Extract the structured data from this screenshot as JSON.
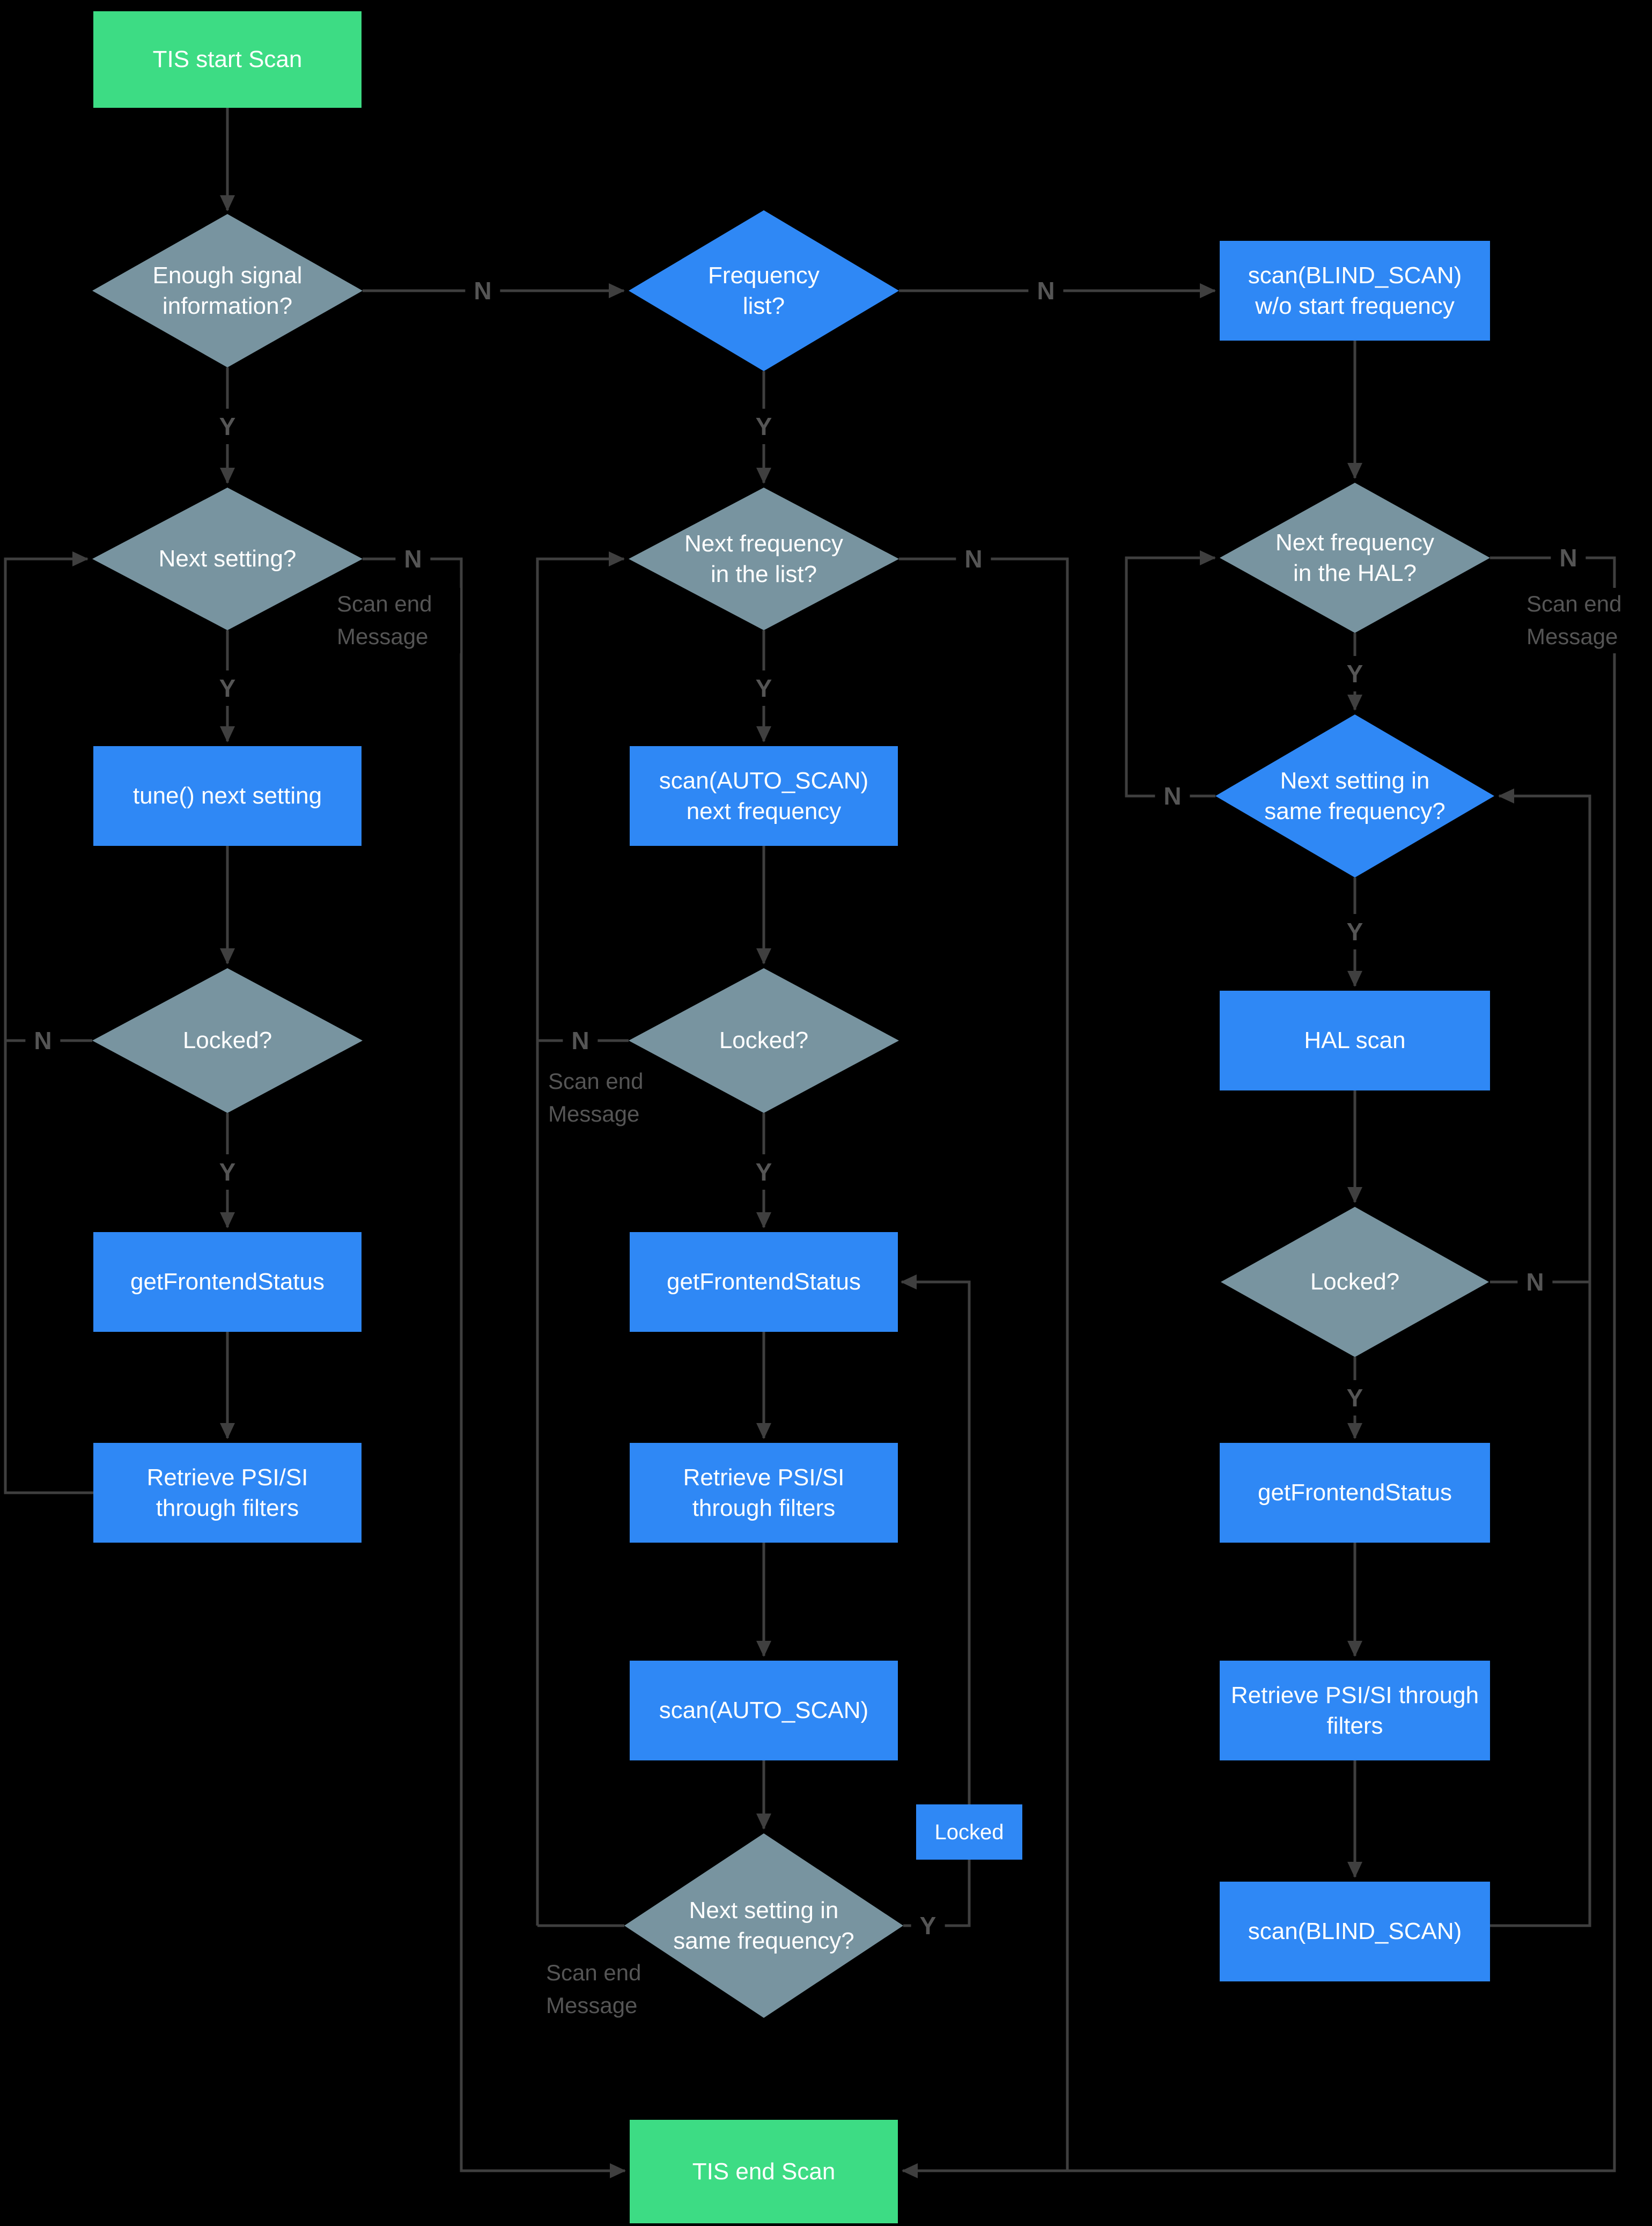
{
  "diagram": {
    "type": "flowchart",
    "colors": {
      "process": "#2f88f5",
      "decision": "#7894a0",
      "terminal": "#3ddc84",
      "edge": "#3f3f3f",
      "edge_label": "#555555",
      "node_text": "#ffffff",
      "background": "#000000"
    },
    "nodes": {
      "start": {
        "type": "terminal",
        "label": "TIS start Scan"
      },
      "enough_signal": {
        "type": "decision",
        "label": "Enough signal information?"
      },
      "frequency_list": {
        "type": "decision",
        "label": "Frequency list?"
      },
      "scan_blind_wo": {
        "type": "process",
        "label": "scan(BLIND_SCAN) w/o start frequency"
      },
      "next_setting": {
        "type": "decision",
        "label": "Next setting?"
      },
      "next_freq_list": {
        "type": "decision",
        "label": "Next frequency in the list?"
      },
      "next_freq_hal": {
        "type": "decision",
        "label": "Next frequency in the HAL?"
      },
      "tune_next": {
        "type": "process",
        "label": "tune() next setting"
      },
      "scan_auto_next": {
        "type": "process",
        "label": "scan(AUTO_SCAN) next frequency"
      },
      "next_setting_same_hal": {
        "type": "decision",
        "label": "Next setting in same frequency?"
      },
      "locked1": {
        "type": "decision",
        "label": "Locked?"
      },
      "locked2": {
        "type": "decision",
        "label": "Locked?"
      },
      "hal_scan": {
        "type": "process",
        "label": "HAL scan"
      },
      "getfe1": {
        "type": "process",
        "label": "getFrontendStatus"
      },
      "getfe2": {
        "type": "process",
        "label": "getFrontendStatus"
      },
      "locked3": {
        "type": "decision",
        "label": "Locked?"
      },
      "retrieve1": {
        "type": "process",
        "label": "Retrieve PSI/SI through filters"
      },
      "retrieve2": {
        "type": "process",
        "label": "Retrieve PSI/SI through filters"
      },
      "getfe3": {
        "type": "process",
        "label": "getFrontendStatus"
      },
      "scan_auto": {
        "type": "process",
        "label": "scan(AUTO_SCAN)"
      },
      "retrieve3": {
        "type": "process",
        "label": "Retrieve PSI/SI through filters"
      },
      "locked_tag": {
        "type": "process",
        "label": "Locked"
      },
      "next_setting_same_list": {
        "type": "decision",
        "label": "Next setting in same frequency?"
      },
      "scan_blind": {
        "type": "process",
        "label": "scan(BLIND_SCAN)"
      },
      "end": {
        "type": "terminal",
        "label": "TIS end Scan"
      }
    },
    "edge_labels": {
      "yes": "Y",
      "no": "N",
      "scan_end_message": "Scan end Message"
    }
  }
}
